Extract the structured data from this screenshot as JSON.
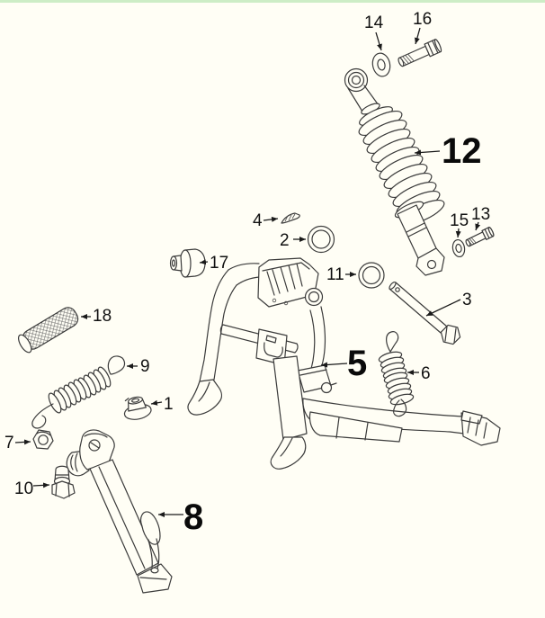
{
  "diagram": {
    "kind": "exploded-parts-diagram",
    "subject": "motorcycle center stand, side stand and rear shock absorber",
    "background_color": "#fffef5",
    "top_border_color": "#cdedc6",
    "line_color": "#3b3b3b",
    "label_color": "#111111"
  },
  "callouts": [
    {
      "label": "14",
      "emphasis": "normal"
    },
    {
      "label": "16",
      "emphasis": "normal"
    },
    {
      "label": "12",
      "emphasis": "large"
    },
    {
      "label": "4",
      "emphasis": "normal"
    },
    {
      "label": "2",
      "emphasis": "normal"
    },
    {
      "label": "15",
      "emphasis": "normal"
    },
    {
      "label": "13",
      "emphasis": "normal"
    },
    {
      "label": "17",
      "emphasis": "normal"
    },
    {
      "label": "11",
      "emphasis": "normal"
    },
    {
      "label": "3",
      "emphasis": "normal"
    },
    {
      "label": "18",
      "emphasis": "normal"
    },
    {
      "label": "5",
      "emphasis": "large"
    },
    {
      "label": "9",
      "emphasis": "normal"
    },
    {
      "label": "6",
      "emphasis": "normal"
    },
    {
      "label": "1",
      "emphasis": "normal"
    },
    {
      "label": "7",
      "emphasis": "normal"
    },
    {
      "label": "10",
      "emphasis": "normal"
    },
    {
      "label": "8",
      "emphasis": "large"
    }
  ]
}
